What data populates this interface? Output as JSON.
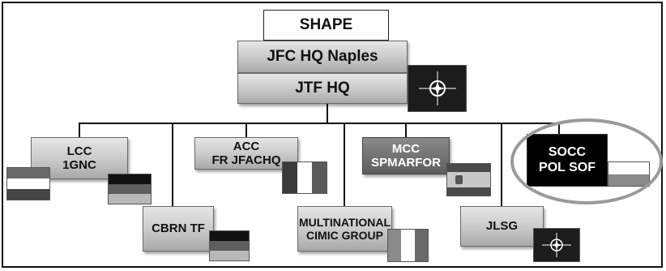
{
  "top": {
    "shape": "SHAPE",
    "jfc": "JFC HQ Naples",
    "jtf": "JTF HQ"
  },
  "components": {
    "lcc": "LCC\n1GNC",
    "acc": "ACC\nFR JFACHQ",
    "mcc": "MCC\nSPMARFOR",
    "socc": "SOCC\nPOL SOF",
    "cbrn": "CBRN TF",
    "cimic": "MULTINATIONAL\nCIMIC GROUP",
    "jlsg": "JLSG"
  },
  "icons": [
    "nato-emblem-icon",
    "nl-flag-icon",
    "de-flag-icon",
    "fr-flag-icon",
    "es-flag-icon",
    "pl-flag-icon",
    "it-flag-icon"
  ]
}
